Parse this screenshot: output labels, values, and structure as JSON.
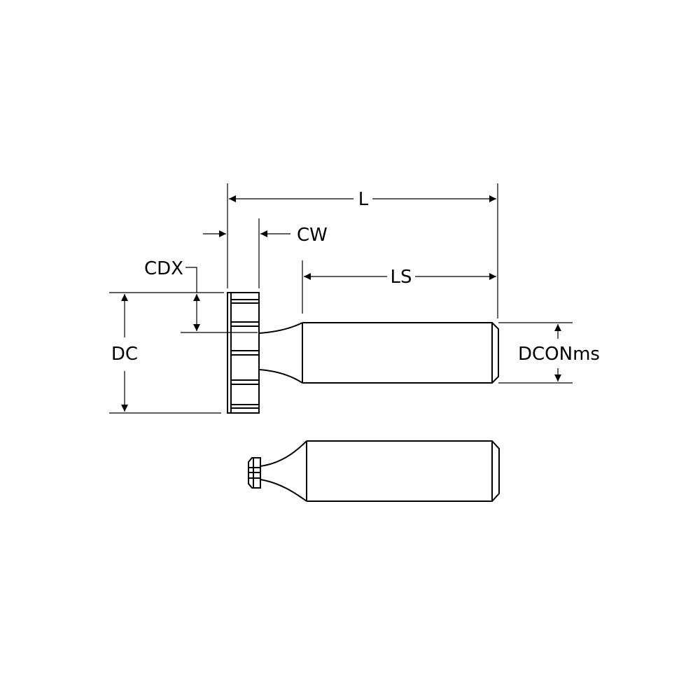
{
  "diagram": {
    "labels": {
      "overall_length": "L",
      "cutting_width": "CW",
      "shank_length": "LS",
      "cutting_depth": "CDX",
      "cutting_diameter": "DC",
      "shank_diameter": "DCONms"
    }
  },
  "colors": {
    "background": "#ffffff",
    "line": "#000000"
  }
}
